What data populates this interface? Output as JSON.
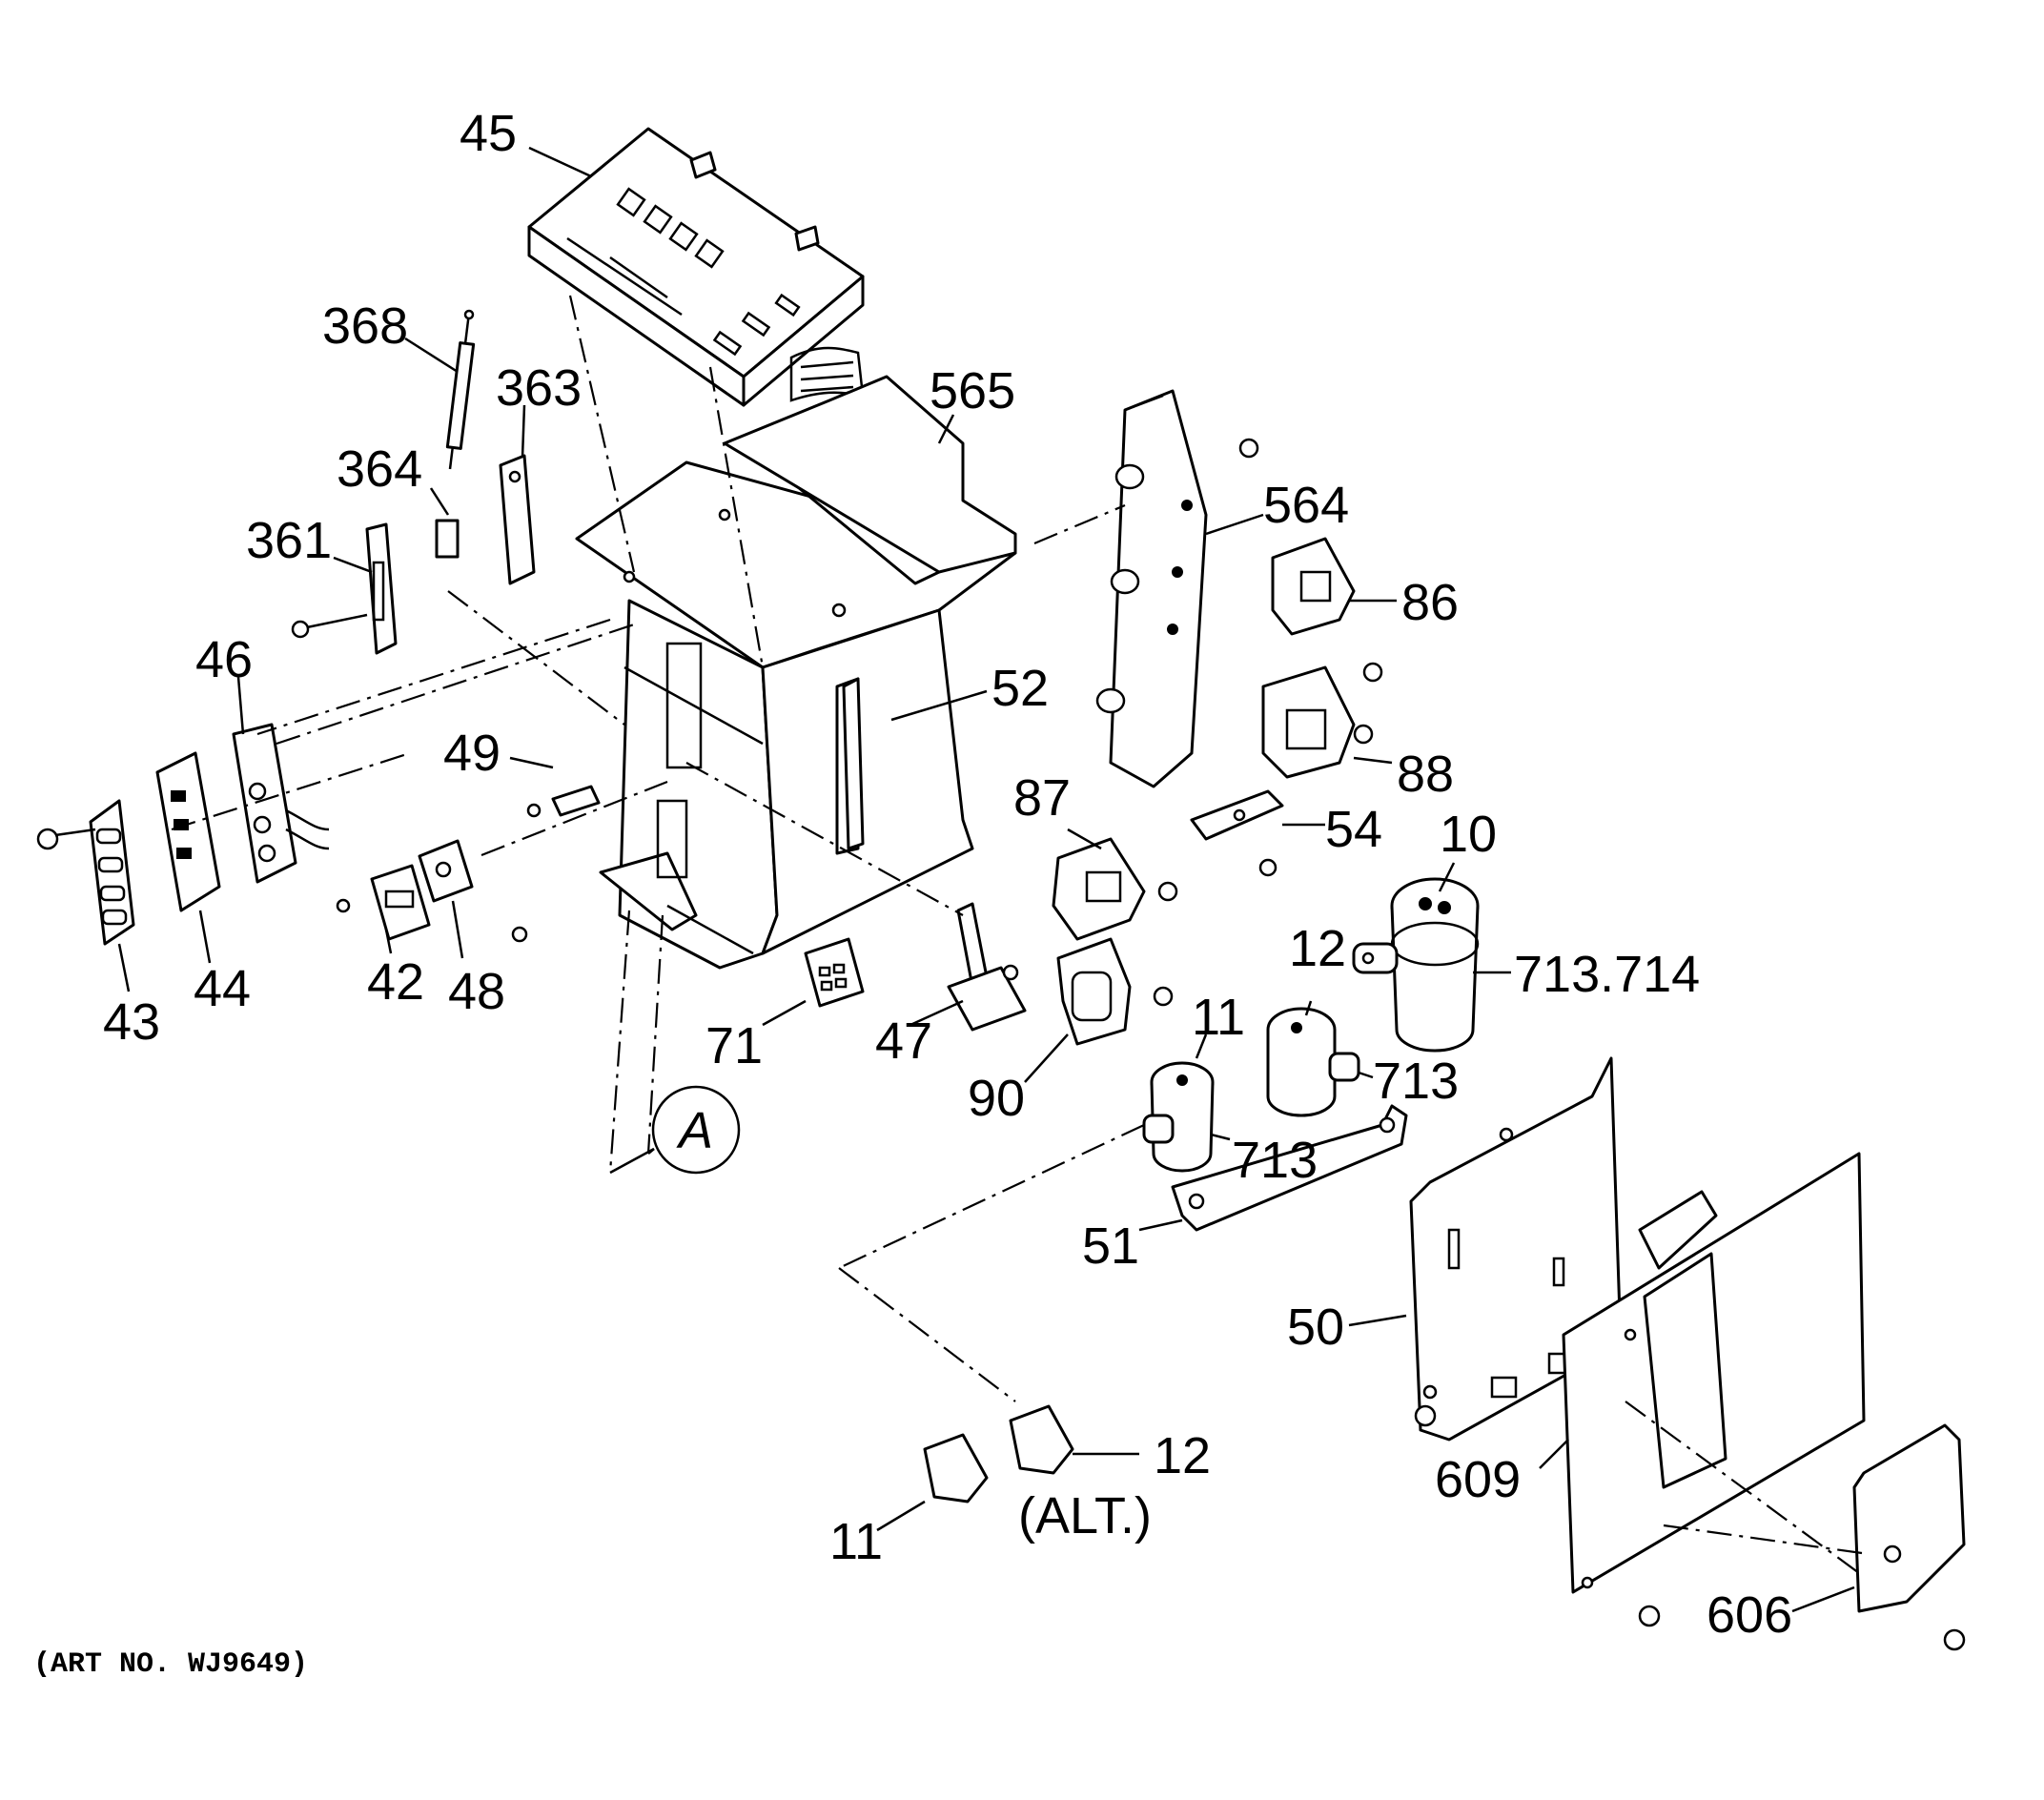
{
  "labels": {
    "p45": "45",
    "p368": "368",
    "p363": "363",
    "p364": "364",
    "p361": "361",
    "p565": "565",
    "p564": "564",
    "p86": "86",
    "p52": "52",
    "p46": "46",
    "p49": "49",
    "p88": "88",
    "p87": "87",
    "p54": "54",
    "p10": "10",
    "p12_cap": "12",
    "p713_714": "713.714",
    "p11_cap": "11",
    "p713_a": "713",
    "p713_b": "713",
    "p43": "43",
    "p44": "44",
    "p42": "42",
    "p48": "48",
    "p71": "71",
    "p47": "47",
    "p90": "90",
    "p51": "51",
    "p50": "50",
    "p12_alt": "12",
    "p11_alt": "11",
    "alt": "(ALT.)",
    "p609": "609",
    "p606": "606",
    "detail_a": "A"
  },
  "art_number": "(ART NO. WJ9649)"
}
